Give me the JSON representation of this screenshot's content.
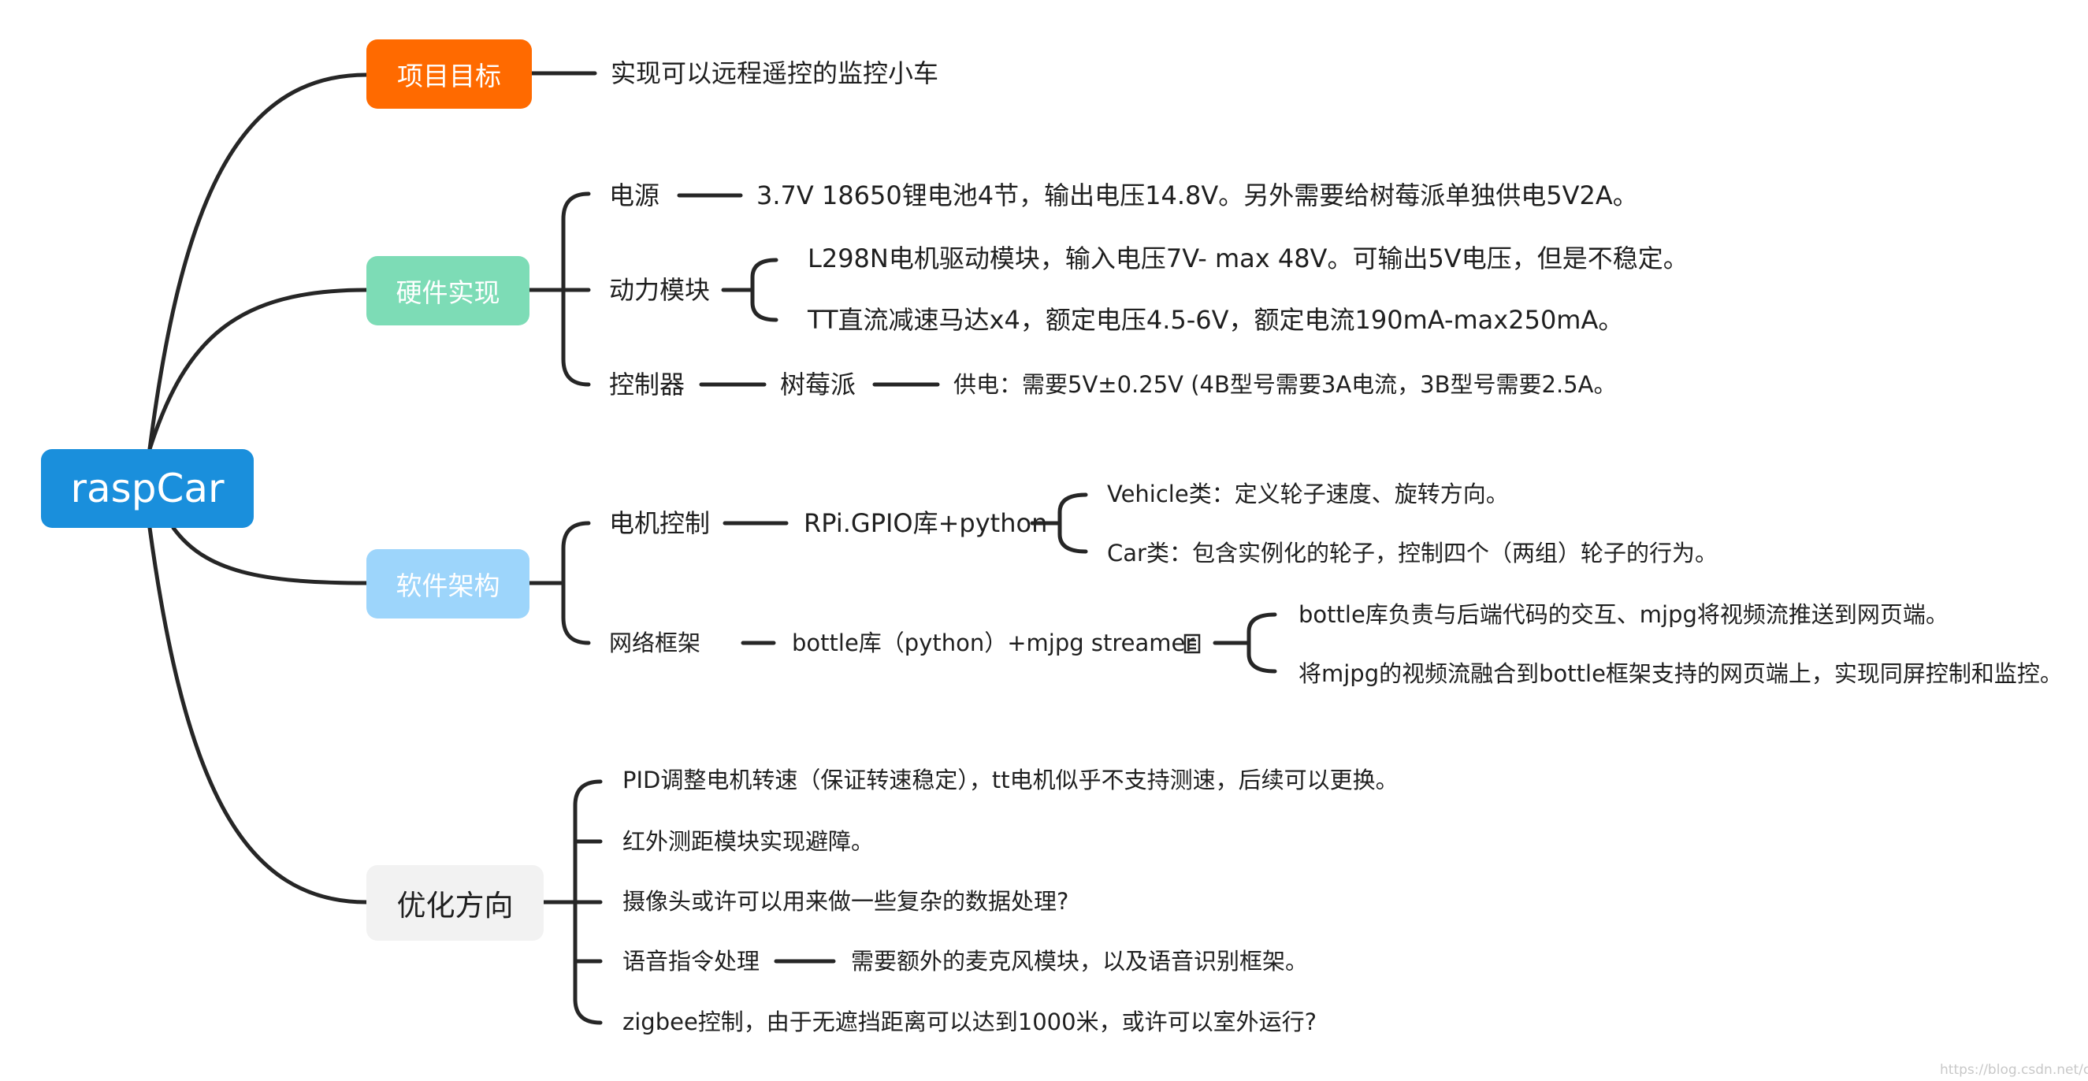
{
  "root": "raspCar",
  "goal": {
    "label": "项目目标",
    "text": "实现可以远程遥控的监控小车"
  },
  "hardware": {
    "label": "硬件实现",
    "power": {
      "label": "电源",
      "text": "3.7V 18650锂电池4节，输出电压14.8V。另外需要给树莓派单独供电5V2A。"
    },
    "drive": {
      "label": "动力模块",
      "items": [
        "L298N电机驱动模块，输入电压7V- max 48V。可输出5V电压，但是不稳定。",
        "TT直流减速马达x4，额定电压4.5-6V，额定电流190mA-max250mA。"
      ]
    },
    "controller": {
      "label": "控制器",
      "board": "树莓派",
      "supply": "供电：需要5V±0.25V (4B型号需要3A电流，3B型号需要2.5A。"
    }
  },
  "software": {
    "label": "软件架构",
    "motor": {
      "label": "电机控制",
      "lib": "RPi.GPIO库+python",
      "items": [
        "Vehicle类：定义轮子速度、旋转方向。",
        "Car类：包含实例化的轮子，控制四个（两组）轮子的行为。"
      ]
    },
    "net": {
      "label": "网络框架",
      "lib": "bottle库（python）+mjpg streamer",
      "note_icon": "note-icon",
      "items": [
        "bottle库负责与后端代码的交互、mjpg将视频流推送到网页端。",
        "将mjpg的视频流融合到bottle框架支持的网页端上，实现同屏控制和监控。"
      ]
    }
  },
  "optimize": {
    "label": "优化方向",
    "items": [
      "PID调整电机转速（保证转速稳定），tt电机似乎不支持测速，后续可以更换。",
      "红外测距模块实现避障。",
      "摄像头或许可以用来做一些复杂的数据处理?",
      "语音指令处理",
      "zigbee控制，由于无遮挡距离可以达到1000米，或许可以室外运行?"
    ],
    "voice_detail": "需要额外的麦克风模块，以及语音识别框架。"
  },
  "watermark": "https://blog.csdn.net/cui_qin",
  "colors": {
    "root": "#1a8fdc",
    "goal": "#ff6a00",
    "hardware": "#7ddcb6",
    "software": "#9dd5fb",
    "optimize": "#f2f2f2",
    "line": "#262626"
  }
}
